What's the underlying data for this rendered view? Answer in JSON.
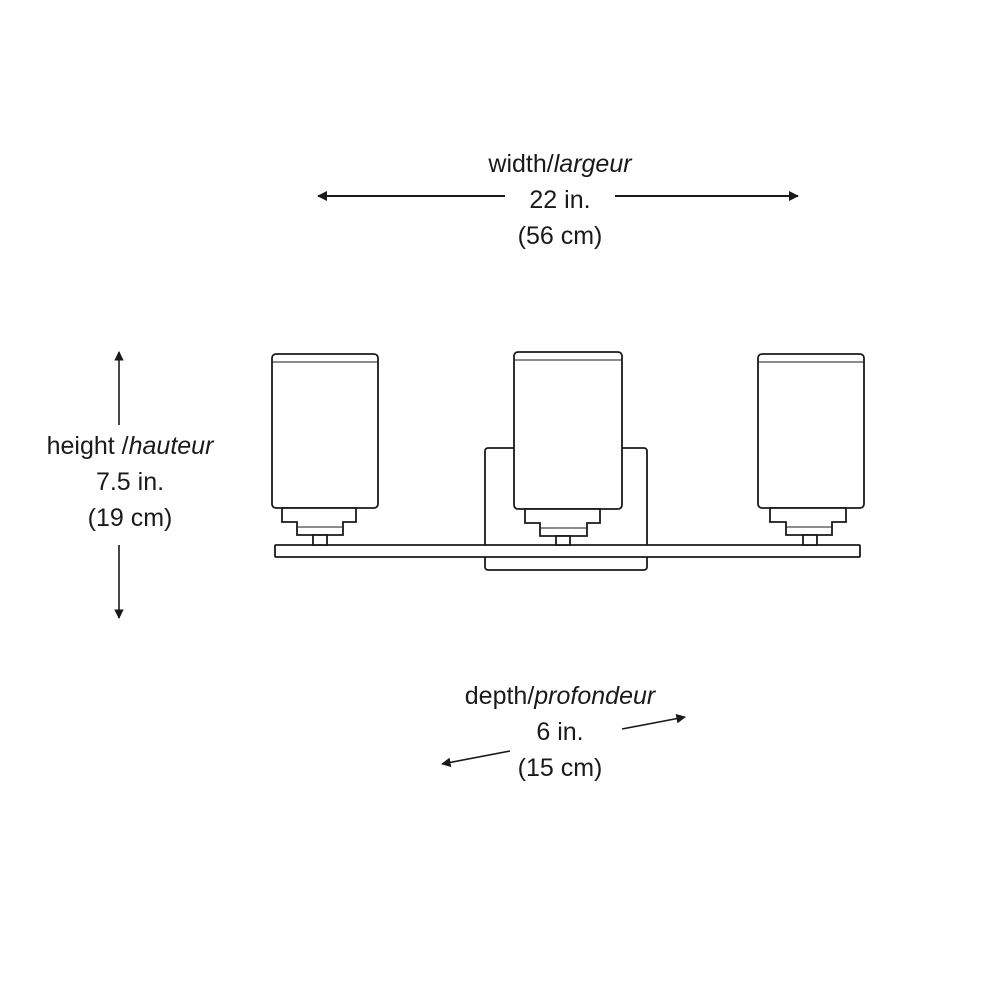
{
  "width": {
    "label": "width/",
    "label_fr": "largeur",
    "value": "22 in.",
    "metric": "(56 cm)"
  },
  "height": {
    "label": "height /",
    "label_fr": "hauteur",
    "value": "7.5 in.",
    "metric": "(19 cm)"
  },
  "depth": {
    "label": "depth/",
    "label_fr": "profondeur",
    "value": "6 in.",
    "metric": "(15 cm)"
  },
  "colors": {
    "line": "#1a1a1a",
    "background": "#ffffff"
  }
}
